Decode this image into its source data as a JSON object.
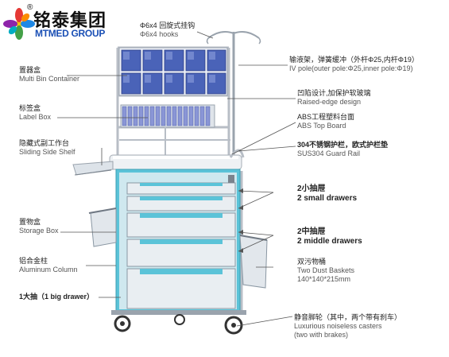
{
  "brand": {
    "name_zh": "铭泰集团",
    "name_en": "MTMED GROUP",
    "registered": "®"
  },
  "labels": {
    "hooks": {
      "zh": "Φ6x4 回旋式挂钩",
      "en": "Φ6x4 hooks"
    },
    "multi_bin": {
      "zh": "置器盒",
      "en": "Multi Bin Container"
    },
    "iv_pole": {
      "zh": "输液架，弹簧缓冲（外杆Φ25,内杆Φ19）",
      "en": "IV pole(outer pole:Φ25,inner pole:Φ19)"
    },
    "raised_edge": {
      "zh": "凹陷设计,加保护软玻璃",
      "en": "Raised-edge design"
    },
    "label_box": {
      "zh": "标签盒",
      "en": "Label Box"
    },
    "abs_top": {
      "zh": "ABS工程塑料台面",
      "en": "ABS Top Board"
    },
    "sliding_shelf": {
      "zh": "隐藏式副工作台",
      "en": "Sliding Side Shelf"
    },
    "guard_rail": {
      "zh": "304不锈钢护栏，欧式护栏垫",
      "en": "SUS304  Guard Rail"
    },
    "small_drawers": {
      "zh": "2小抽屉",
      "en": "2 small drawers"
    },
    "storage_box": {
      "zh": "置物盒",
      "en": "Storage Box"
    },
    "middle_drawers": {
      "zh": "2中抽屉",
      "en": "2 middle drawers"
    },
    "aluminum_column": {
      "zh": "铝合金柱",
      "en": "Aluminum Column"
    },
    "dust_baskets": {
      "zh": "双污物桶",
      "en": "Two Dust Baskets",
      "en2": "140*140*215mm"
    },
    "big_drawer": {
      "zh": "1大抽（1 big drawer）"
    },
    "casters": {
      "zh": "静音脚轮（其中，两个带有刹车）",
      "en": "Luxurious noiseless casters",
      "en2": "(two with brakes)"
    }
  },
  "colors": {
    "drawer_teal": "#5bc3d8",
    "drawer_face": "#e9eef2",
    "bin_blue": "#4a63b8",
    "frame": "#c9ced4",
    "line": "#555555"
  }
}
